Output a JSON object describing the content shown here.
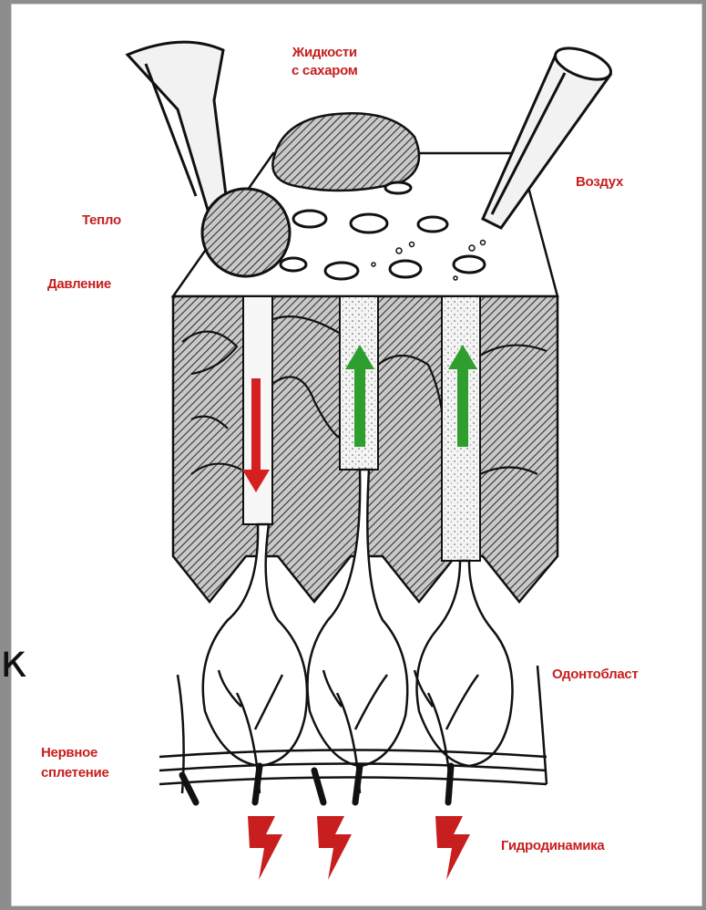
{
  "labels": {
    "liquids": "Жидкости\nс сахаром",
    "air": "Воздух",
    "heat": "Тепло",
    "pressure": "Давление",
    "odontoblast": "Одонтобласт",
    "nerve_plexus": "Нервное\nсплетение",
    "hydrodynamics": "Гидродинамика"
  },
  "side_letter": "к",
  "colors": {
    "label": "#c81e1e",
    "arrow_down": "#d42020",
    "arrow_up": "#2e9e2e",
    "lightning": "#c81e1e",
    "ink": "#1a1a1a"
  }
}
